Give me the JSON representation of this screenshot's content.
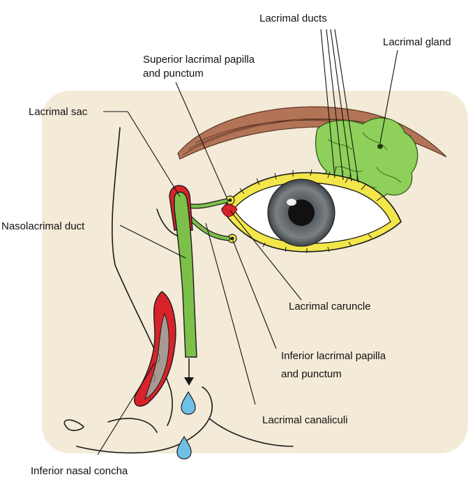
{
  "labels": {
    "lacrimal_ducts": "Lacrimal ducts",
    "lacrimal_gland": "Lacrimal gland",
    "superior_papilla_line1": "Superior lacrimal papilla",
    "superior_papilla_line2": "and punctum",
    "lacrimal_sac": "Lacrimal sac",
    "nasolacrimal_duct": "Nasolacrimal duct",
    "lacrimal_caruncle": "Lacrimal caruncle",
    "inferior_papilla_line1": "Inferior lacrimal papilla",
    "inferior_papilla_line2": "and punctum",
    "lacrimal_canaliculi": "Lacrimal canaliculi",
    "inferior_nasal_concha": "Inferior nasal concha"
  },
  "colors": {
    "background_panel": "#f3ead8",
    "duct_green": "#7cc04a",
    "gland_green": "#8fd05a",
    "sac_red": "#d8232a",
    "lid_yellow": "#f2e64a",
    "iris_gray": "#6f7478",
    "brow_brown": "#a0664a",
    "tear_blue": "#6fc0e6",
    "concha_gray": "#a89a92"
  }
}
